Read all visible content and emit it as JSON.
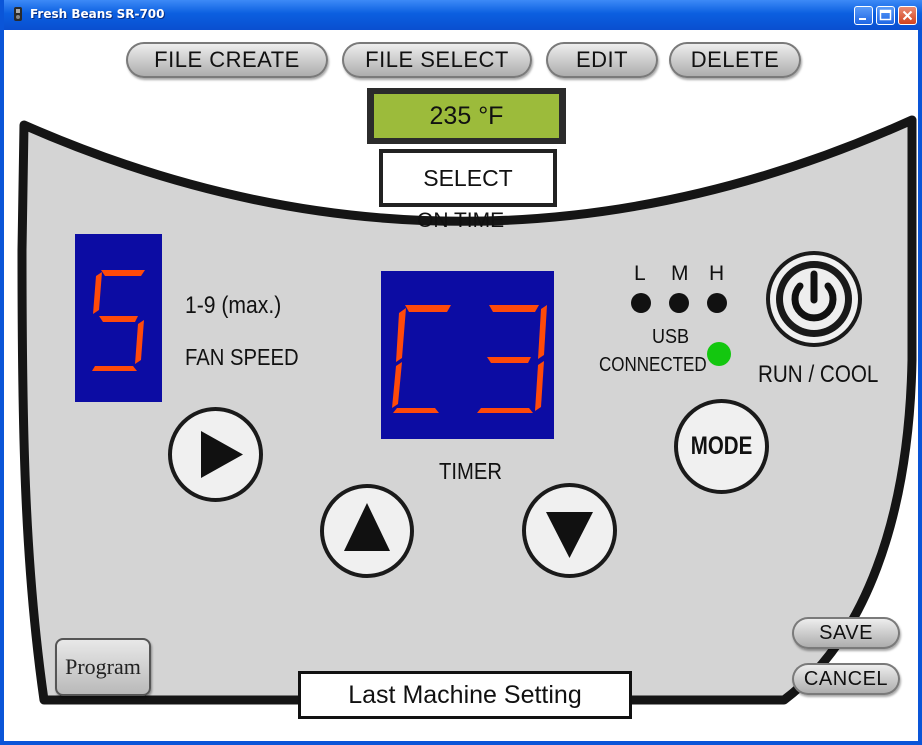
{
  "window": {
    "title": "Fresh Beans SR-700"
  },
  "toolbar": {
    "file_create": "FILE CREATE",
    "file_select": "FILE SELECT",
    "edit": "EDIT",
    "delete": "DELETE"
  },
  "display": {
    "temperature": "235",
    "unit": "°F",
    "select_label": "SELECT",
    "select_sub": "ON TIME"
  },
  "fan": {
    "digit": "5",
    "range": "1-9 (max.)",
    "label": "FAN SPEED"
  },
  "timer": {
    "digits": "C3",
    "label": "TIMER"
  },
  "heat": {
    "levels": [
      "L",
      "M",
      "H"
    ]
  },
  "usb": {
    "line1": "USB",
    "line2": "CONNECTED",
    "status_color": "#13c70f"
  },
  "power": {
    "label": "RUN / COOL"
  },
  "mode": {
    "label": "MODE"
  },
  "footer": {
    "program": "Program",
    "status": "Last Machine Setting",
    "save": "SAVE",
    "cancel": "CANCEL"
  },
  "colors": {
    "segment": "#ff4a0a",
    "segment_panel": "#0c0ca3",
    "lcd": "#9cbb3b",
    "panel": "#d4d4d4"
  },
  "icons": {
    "play": "play-icon",
    "up": "arrow-up-icon",
    "down": "arrow-down-icon",
    "power": "power-icon"
  }
}
